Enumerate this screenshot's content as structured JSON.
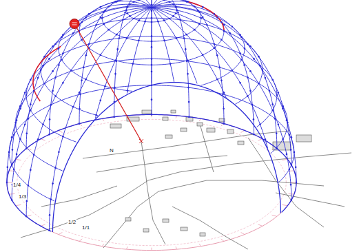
{
  "diagram": {
    "labels": [
      "N",
      "1/1",
      "1/2",
      "1/3",
      "1/4"
    ]
  }
}
